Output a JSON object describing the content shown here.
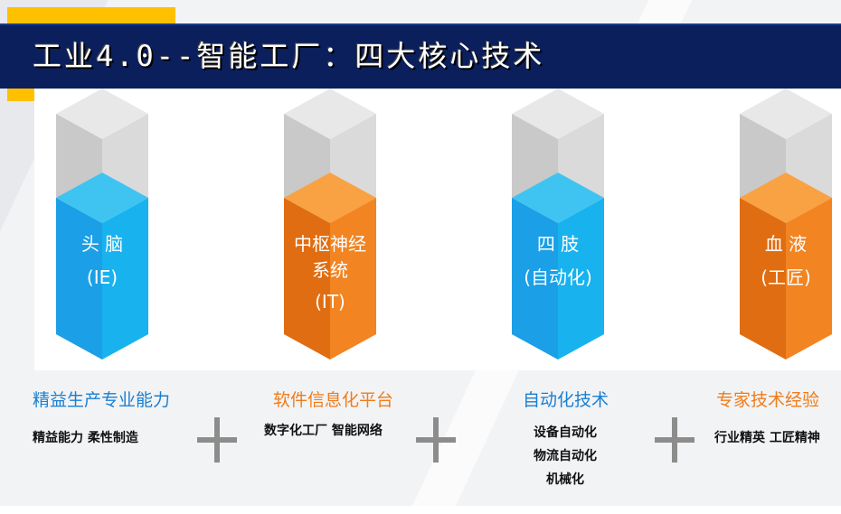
{
  "title": "工业4.0--智能工厂：四大核心技术",
  "colors": {
    "title_bar": "#0b1f5c",
    "accent_yellow": "#ffc000",
    "blue": "#1a7fd1",
    "orange": "#f07c1a"
  },
  "pillars": [
    {
      "lines": [
        "头 脑",
        "(IE)"
      ],
      "color": "blue"
    },
    {
      "lines": [
        "中枢神经",
        "系统",
        "(IT)"
      ],
      "color": "orange"
    },
    {
      "lines": [
        "四 肢",
        "(自动化)"
      ],
      "color": "blue"
    },
    {
      "lines": [
        "血 液",
        "(工匠)"
      ],
      "color": "orange"
    }
  ],
  "categories": [
    {
      "label": "精益生产专业能力",
      "details": [
        "精益能力 柔性制造"
      ]
    },
    {
      "label": "软件信息化平台",
      "details": [
        "数字化工厂 智能网络"
      ]
    },
    {
      "label": "自动化技术",
      "details": [
        "设备自动化",
        "物流自动化",
        "机械化"
      ]
    },
    {
      "label": "专家技术经验",
      "details": [
        "行业精英 工匠精神"
      ]
    }
  ],
  "plus_icon": "plus-icon"
}
